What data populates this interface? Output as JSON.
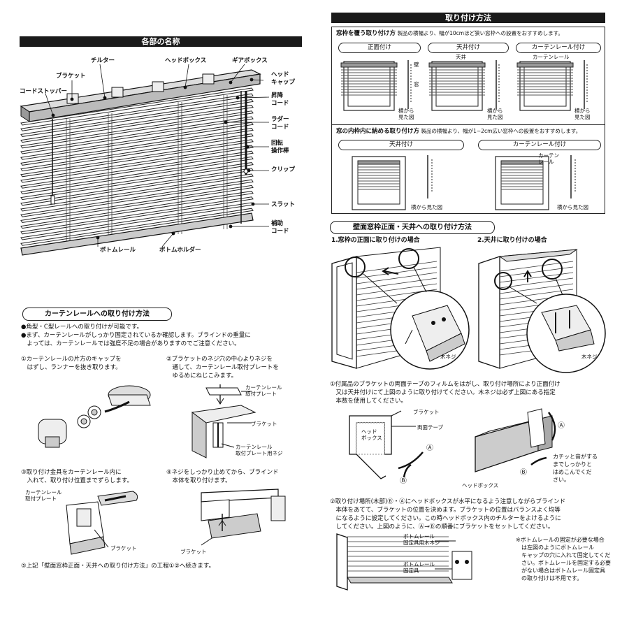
{
  "parts": {
    "title": "各部の名称",
    "labels": {
      "tilter": "チルター",
      "headbox": "ヘッドボックス",
      "gearbox": "ギアボックス",
      "bracket": "ブラケット",
      "head_cap": "ヘッド\nキャップ",
      "cord_stopper": "コードストッパー",
      "lift_cord": "昇降\nコード",
      "ladder_cord": "ラダー\nコード",
      "wand": "回転\n操作棒",
      "clip": "クリップ",
      "slat": "スラット",
      "aux_cord": "補助\nコード",
      "bottom_rail": "ボトムレール",
      "bottom_holder": "ボトムホルダー"
    }
  },
  "install": {
    "title": "取り付け方法",
    "cover": {
      "heading": "窓枠を覆う取り付け方",
      "desc": "製品の横幅より、幅が10cmほど狭い窓枠への設置をおすすめします。",
      "tabs": [
        "正面付け",
        "天井付け",
        "カーテンレール付け"
      ],
      "wall": "壁",
      "window": "窓",
      "ceiling": "天井",
      "curtain_rail": "カーテンレール",
      "side_view": "横から\n見た図"
    },
    "inside": {
      "heading": "窓の内枠内に納める取り付け方",
      "desc": "製品の横幅より、幅が1~2cm広い窓枠への設置をおすすめします。",
      "tabs": [
        "天井付け",
        "カーテンレール付け"
      ],
      "curtain_rail": "カーテン\nレール",
      "side_view": "横から見た図"
    }
  },
  "curtain": {
    "title": "カーテンレールへの取り付け方法",
    "bullets": [
      "●角型・C型レールへの取り付けが可能です。",
      "●まず、カーテンレールがしっかり固定されているか確認します。ブラインドの重量に\n　よっては、カーテンレールでは強度不足の場合がありますのでご注意ください。"
    ],
    "steps": [
      "①カーテンレールの片方のキャップを\n　はずし、ランナーを抜き取ります。",
      "②ブラケットのネジ穴の中心よりネジを\n　通して、カーテンレール取付プレートを\n　ゆるめにねじこみます。",
      "③取り付け金具をカーテンレール内に\n　入れて、取り付け位置までずらします。",
      "④ネジをしっかり止めてから、ブラインド\n　本体を取り付けます。"
    ],
    "labels": {
      "plate": "カーテンレール\n取付プレート",
      "bracket": "ブラケット",
      "plate_screw": "カーテンレール\n取付プレート用ネジ"
    },
    "footer": "⑤上記「壁面窓枠正面・天井への取り付け方法」の工程①②へ続きます。"
  },
  "wall": {
    "title": "壁面窓枠正面・天井への取り付け方法",
    "case1": "1.窓枠の正面に取り付けの場合",
    "case2": "2.天井に取り付けの場合",
    "wood_screw": "木ネジ",
    "step1": "①付属品のブラケットの両面テープのフィルムをはがし、取り付け場所により正面付け\n　又は天井付けにて上図のように取り付けてください。木ネジは必ず上図にある指定\n　本数を使用してください。",
    "labels": {
      "bracket": "ブラケット",
      "tape": "両面テープ",
      "headbox_box": "ヘッド\nボックス",
      "headbox": "ヘッドボックス",
      "a": "Ⓐ",
      "b": "Ⓑ",
      "click": "カチッと音がする\nまでしっかりと\nはめこんでくだ\nさい。"
    },
    "step2": "②取り付け場所(木部)Ⓑ・Ⓐにヘッドボックスが水平になるよう注意しながらブラインド\n　本体をあてて、ブラケットの位置を決めます。ブラケットの位置はバランスよく均等\n　になるように設定してください。この時ヘッドボックス内のチルターをよけるように\n　してください。上図のように、Ⓐ→Ⓑの順番にブラケットをセットしてください。",
    "bottom": {
      "screw": "ボトムレール\n固定具用木ネジ",
      "fixture": "ボトムレール\n固定具",
      "note": "※ボトムレールの固定が必要な場合\n　は左図のようにボトムレール\n　キャップの穴に入れて固定してくだ\n　さい。ボトムレールを固定する必要\n　がない場合はボトムレール固定具\n　の取り付けは不用です。"
    }
  }
}
